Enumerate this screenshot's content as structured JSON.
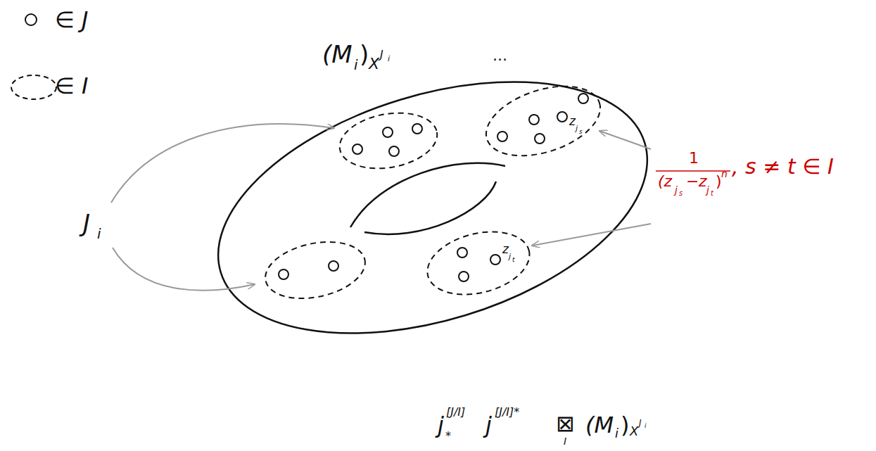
{
  "diagram": {
    "labels": [
      "(M",
      "i",
      ")",
      "X",
      "J",
      "i",
      "...",
      "J",
      "i",
      "z",
      "j",
      "s",
      "z",
      "j",
      "t",
      "1",
      "(z",
      "j",
      "s",
      "−",
      "z",
      "j",
      "t",
      ")",
      "n",
      ", s ≠ t ∈ I",
      "j",
      "*",
      "[J/I]",
      "j",
      "[J/I]*",
      "⊠",
      "I",
      "(M",
      "i",
      ")",
      "X",
      "J",
      "i"
    ],
    "legend": [
      {
        "text": "∈ J"
      },
      {
        "text": "∈ I"
      }
    ]
  }
}
